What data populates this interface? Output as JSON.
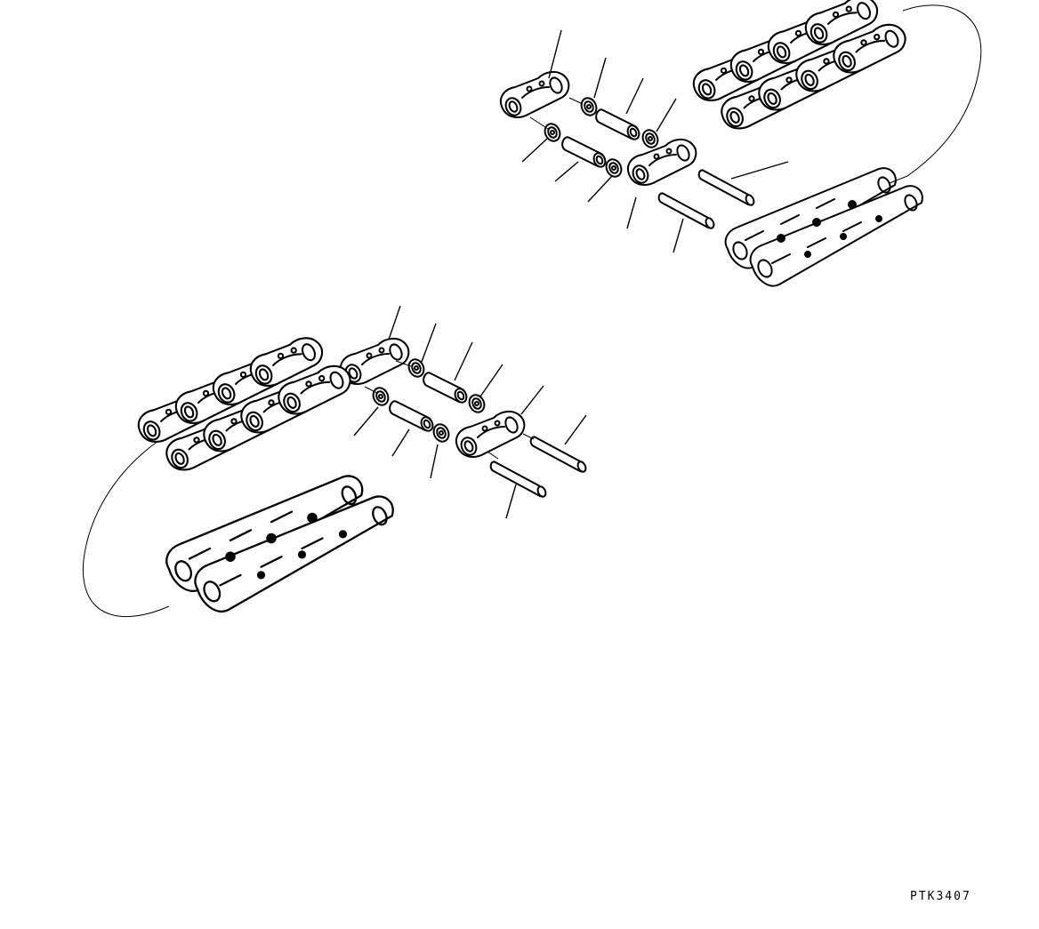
{
  "figure": {
    "code": "PTK3407",
    "background": "#ffffff",
    "line_color": "#000000"
  },
  "assemblies": [
    {
      "id": "upper",
      "parts": [
        "link-left",
        "seal",
        "bushing",
        "seal",
        "seal",
        "bushing",
        "seal",
        "link-right",
        "pin",
        "pin"
      ],
      "leader_lines": 10
    },
    {
      "id": "lower",
      "parts": [
        "link-left",
        "seal",
        "bushing",
        "seal",
        "seal",
        "bushing",
        "seal",
        "link-right",
        "pin",
        "pin"
      ],
      "leader_lines": 10
    }
  ],
  "chains": [
    "upper-right-top-chain",
    "upper-right-bottom-chain",
    "lower-left-top-chain",
    "lower-left-bottom-chain"
  ]
}
